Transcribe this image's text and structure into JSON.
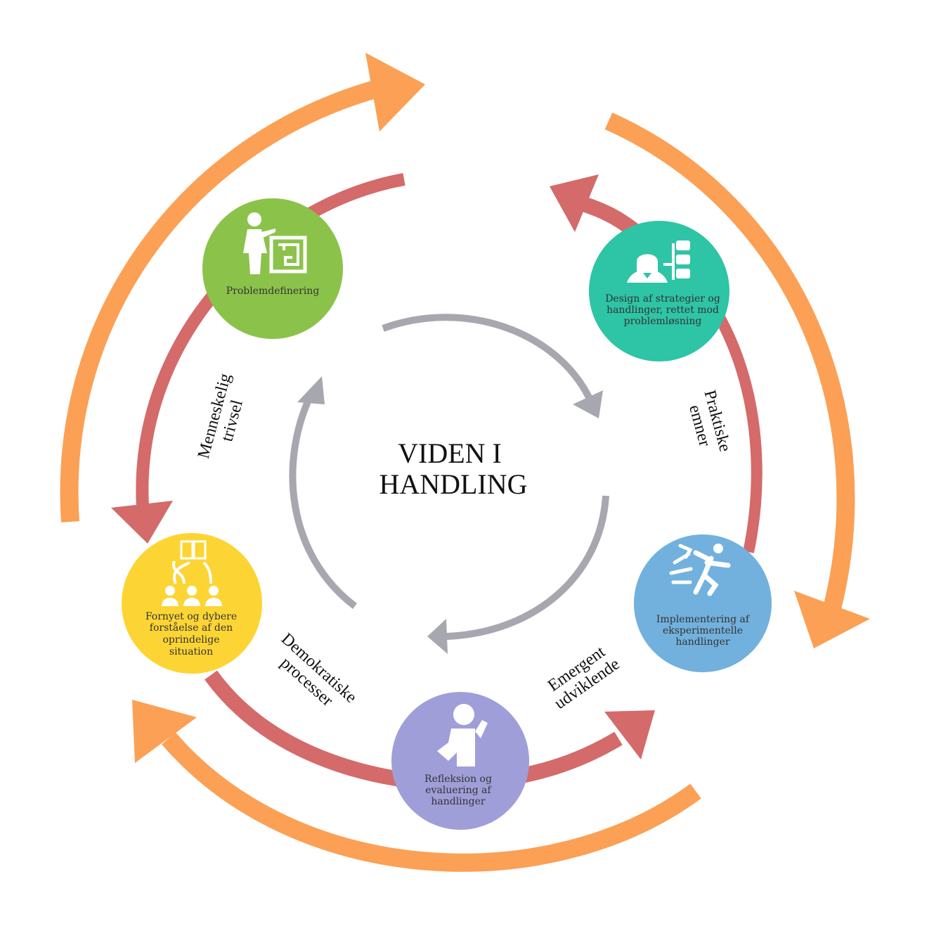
{
  "title": [
    "VIDEN I",
    "HANDLING"
  ],
  "stages": [
    {
      "id": "problemdefinering",
      "lines": [
        "Problemdefinering"
      ],
      "color": "#8BC34A",
      "icon": "teacher-maze-icon"
    },
    {
      "id": "design",
      "lines": [
        "Design af strategier og",
        "handlinger, rettet mod",
        "problemløsning"
      ],
      "color": "#2EC4A6",
      "icon": "person-checklist-icon"
    },
    {
      "id": "implementering",
      "lines": [
        "Implementering af",
        "eksperimentelle",
        "handlinger"
      ],
      "color": "#72B1DD",
      "icon": "person-jumping-icon"
    },
    {
      "id": "refleksion",
      "lines": [
        "Refleksion og",
        "evaluering af",
        "handlinger"
      ],
      "color": "#A09ED9",
      "icon": "person-thinking-icon"
    },
    {
      "id": "fornyet",
      "lines": [
        "Fornyet og dybere",
        "forståelse af den",
        "oprindelige",
        "situation"
      ],
      "color": "#FCD535",
      "icon": "group-book-icon"
    }
  ],
  "themes": [
    {
      "lines": [
        "Menneskelig",
        "trivsel"
      ]
    },
    {
      "lines": [
        "Praktiske",
        "emner"
      ]
    },
    {
      "lines": [
        "Demokratiske",
        "processer"
      ]
    },
    {
      "lines": [
        "Emergent",
        "udviklende"
      ]
    }
  ],
  "colors": {
    "orange": "#FBA055",
    "red": "#D46A6A",
    "gray": "#A7A7AF"
  }
}
